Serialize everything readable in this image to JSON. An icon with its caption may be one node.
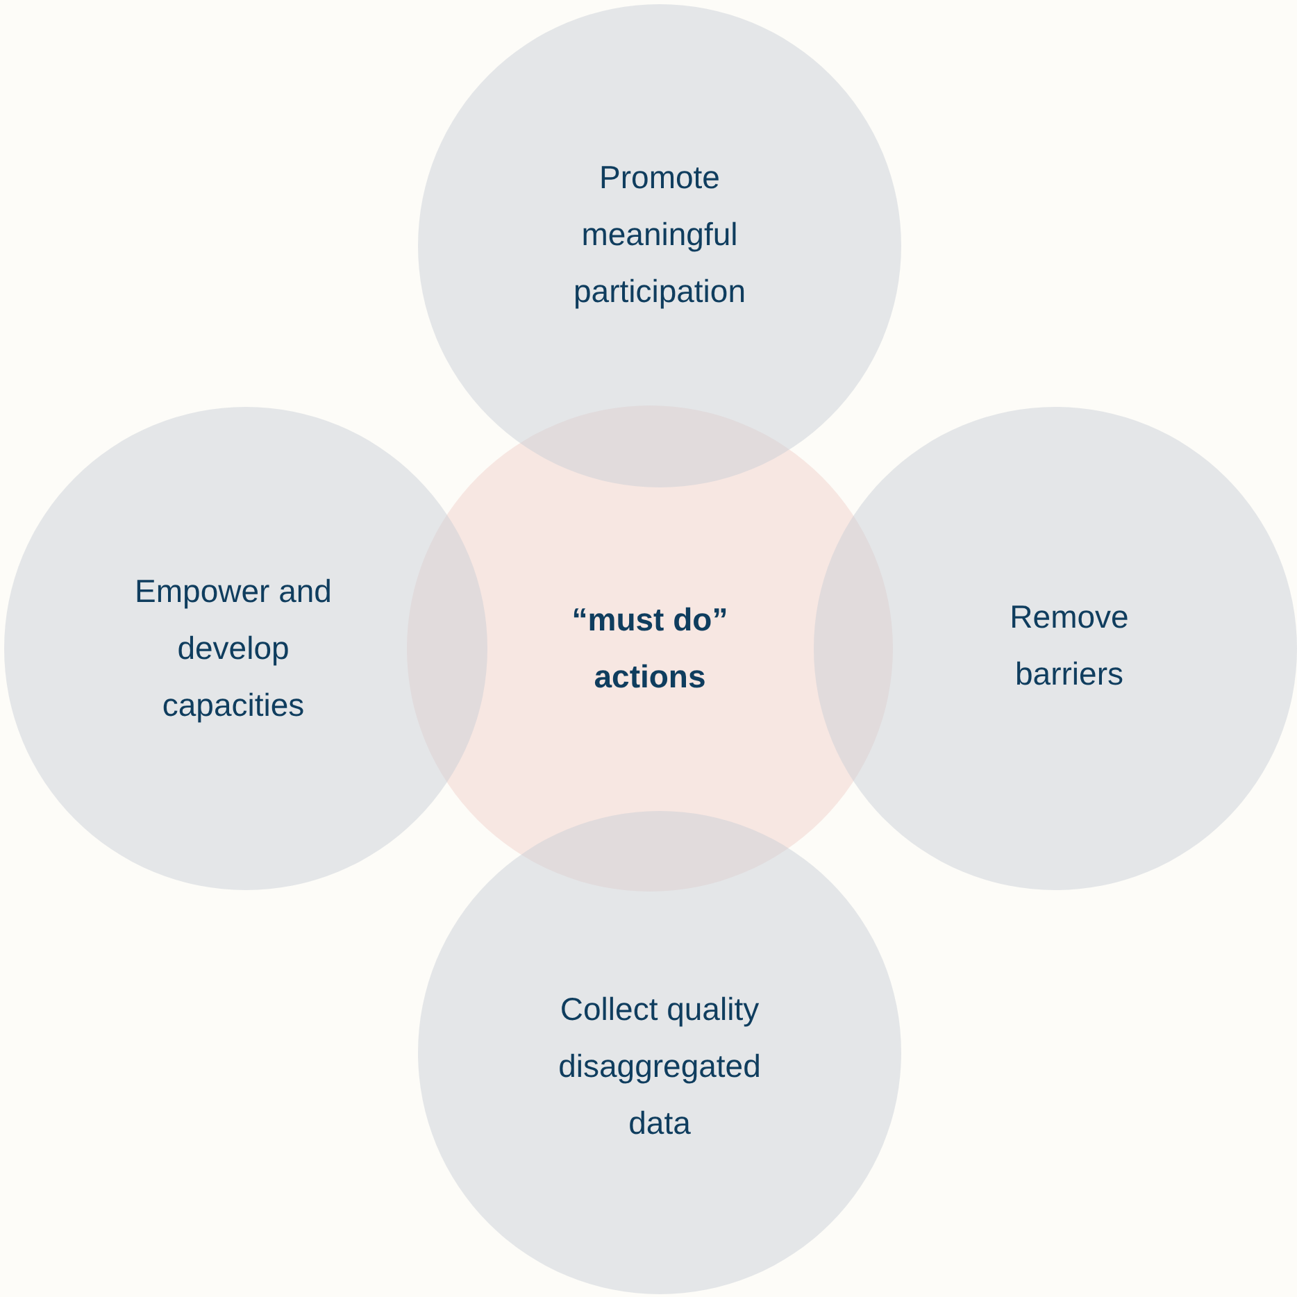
{
  "diagram": {
    "nodes": [
      {
        "text": [
          "Promote meaningful participation"
        ]
      },
      {
        "text": [
          "Empower and develop capacities"
        ]
      },
      {
        "text": [
          "“must do” actions"
        ]
      },
      {
        "text": [
          "Remove barriers"
        ]
      },
      {
        "text": [
          "Collect quality disaggregated data"
        ]
      }
    ]
  }
}
